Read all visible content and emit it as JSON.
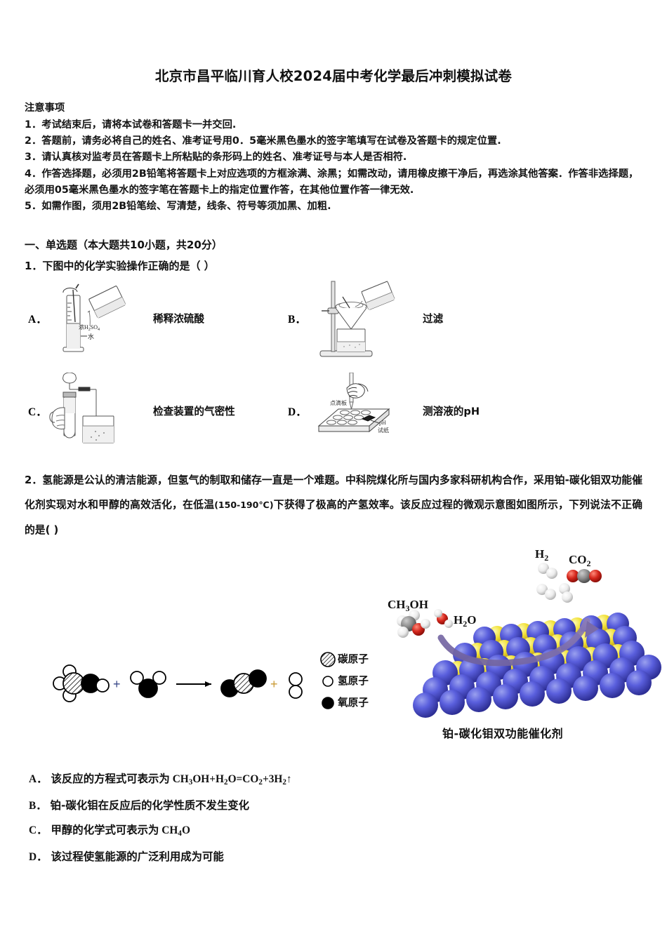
{
  "document": {
    "title": "北京市昌平临川育人校2024届中考化学最后冲刺模拟试卷"
  },
  "notice": {
    "heading": "注意事项",
    "items": [
      "1．考试结束后，请将本试卷和答题卡一并交回.",
      "2．答题前，请务必将自己的姓名、准考证号用0．5毫米黑色墨水的签字笔填写在试卷及答题卡的规定位置.",
      "3．请认真核对监考员在答题卡上所粘贴的条形码上的姓名、准考证号与本人是否相符.",
      "4．作答选择题，必须用2B铅笔将答题卡上对应选项的方框涂满、涂黑；如需改动，请用橡皮擦干净后，再选涂其他答案．作答非选择题，必须用05毫米黑色墨水的签字笔在答题卡上的指定位置作答，在其他位置作答一律无效.",
      "5．如需作图，须用2B铅笔绘、写清楚，线条、符号等须加黑、加粗."
    ]
  },
  "section": {
    "heading": "一、单选题（本大题共10小题，共20分）"
  },
  "question1": {
    "stem": "1．下图中的化学实验操作正确的是（        ）",
    "options": [
      {
        "letter": "A．",
        "caption": "稀释浓硫酸",
        "figure": "diluting-concentrated-sulfuric-acid",
        "labels": {
          "reagent": "浓H₂SO₄",
          "liquid": "水"
        }
      },
      {
        "letter": "B．",
        "caption": "过滤",
        "figure": "filtration-apparatus",
        "labels": {}
      },
      {
        "letter": "C．",
        "caption": "检查装置的气密性",
        "figure": "airtightness-check-apparatus",
        "labels": {}
      },
      {
        "letter": "D．",
        "caption": "测溶液的pH",
        "figure": "ph-measurement-spot-plate",
        "labels": {
          "plate": "点滴板",
          "paper_line1": "pH",
          "paper_line2": "试纸"
        }
      }
    ]
  },
  "question2": {
    "text_part1": "2．氢能源是公认的清洁能源，但氢气的制取和储存一直是一个难题。中科院煤化所与国内多家科研机构合作，采用铂-碳化钼双功能催化剂实现对水和甲醇的高效活化，在低温",
    "temperature": "(150-190℃)",
    "text_part2": "下获得了极高的产氢效率。该反应过程的微观示意图如图所示，下列说法不正确的是(  )",
    "legend": [
      {
        "swatch": "hatched-circle",
        "label": "碳原子"
      },
      {
        "swatch": "open-circle",
        "label": "氢原子"
      },
      {
        "swatch": "filled-circle",
        "label": "氧原子"
      }
    ],
    "catalyst_figure": {
      "caption": "铂-碳化钼双功能催化剂",
      "reactant_labels": [
        "CH₃OH",
        "H₂O"
      ],
      "product_labels": [
        "H₂",
        "CO₂"
      ],
      "colors": {
        "sphere_blue": "#4a4fd0",
        "sphere_yellow": "#f2e23c",
        "arrow_purple": "#7a6ba8",
        "oxygen_red": "#cc2222",
        "carbon_gray": "#8a8a8a",
        "hydrogen_white": "#f2f2f2"
      }
    },
    "options": [
      {
        "letter": "A．",
        "text_cjk": "该反应的方程式可表示为",
        "formula": "CH3OH+H2O=CO2+3H2↑"
      },
      {
        "letter": "B．",
        "text_cjk": "铂-碳化钼在反应后的化学性质不发生变化",
        "formula": ""
      },
      {
        "letter": "C．",
        "text_cjk": "甲醇的化学式可表示为",
        "formula": "CH4O"
      },
      {
        "letter": "D．",
        "text_cjk": "该过程使氢能源的广泛利用成为可能",
        "formula": ""
      }
    ]
  }
}
